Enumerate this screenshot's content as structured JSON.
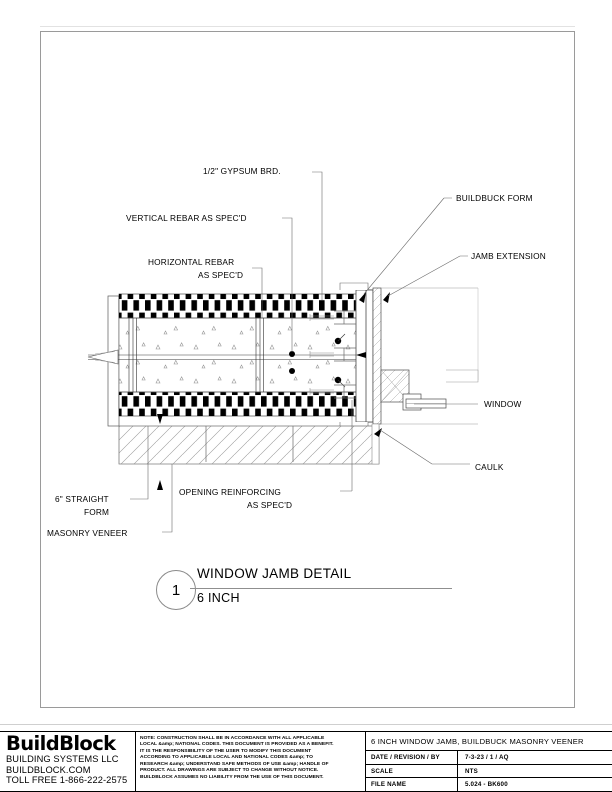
{
  "sheet": {
    "detail_number": "1",
    "detail_title": "WINDOW JAMB DETAIL",
    "detail_subtitle": "6 INCH"
  },
  "callouts": {
    "gypsum": "1/2\" GYPSUM BRD.",
    "vertical_rebar": "VERTICAL REBAR AS SPEC'D",
    "horizontal_rebar_l1": "HORIZONTAL REBAR",
    "horizontal_rebar_l2": "AS SPEC'D",
    "buildbuck_form": "BUILDBUCK FORM",
    "jamb_extension": "JAMB EXTENSION",
    "window": "WINDOW",
    "caulk": "CAULK",
    "straight_form_l1": "6\" STRAIGHT",
    "straight_form_l2": "FORM",
    "masonry_veneer": "MASONRY VENEER",
    "opening_reinforcing_l1": "OPENING REINFORCING",
    "opening_reinforcing_l2": "AS SPEC'D"
  },
  "title_block": {
    "logo": {
      "brand": "BuildBlock",
      "line1": "BUILDING SYSTEMS LLC",
      "line2": "BUILDBLOCK.COM",
      "line3": "TOLL FREE 1-866-222-2575"
    },
    "note": [
      "NOTE: CONSTRUCTION SHALL BE IN ACCORDANCE WITH ALL APPLICABLE",
      "LOCAL &amp; NATIONAL CODES. THIS DOCUMENT IS PROVIDED AS A BENEFIT.",
      "IT IS THE RESPONSIBILITY OF THE USER TO MODIFY THIS DOCUMENT",
      "ACCORDING TO APPLICABLE LOCAL AND NATIONAL CODES &amp; TO",
      "RESEARCH &amp; UNDERSTAND SAFE METHODS OF USE &amp; HANDLE OF",
      "PRODUCT. ALL DRAWINGS ARE SUBJECT TO CHANGE WITHOUT NOTICE.",
      "BUILDBLOCK ASSUMES NO LIABILITY FROM THE USE OF THIS DOCUMENT."
    ],
    "sheet_title": "6 INCH WINDOW JAMB, BUILDBUCK MASONRY VEENER",
    "rows": [
      {
        "key": "DATE / REVISION / BY",
        "value": "7-3-23 / 1 / AQ"
      },
      {
        "key": "SCALE",
        "value": "NTS"
      },
      {
        "key": "FILE NAME",
        "value": "5.024 - BK600"
      }
    ]
  },
  "colors": {
    "ink": "#000000",
    "border": "#9a9a9a",
    "leader": "#6a6a6a",
    "concrete_hatch": "#8c8c8c",
    "foam": "#000000"
  }
}
